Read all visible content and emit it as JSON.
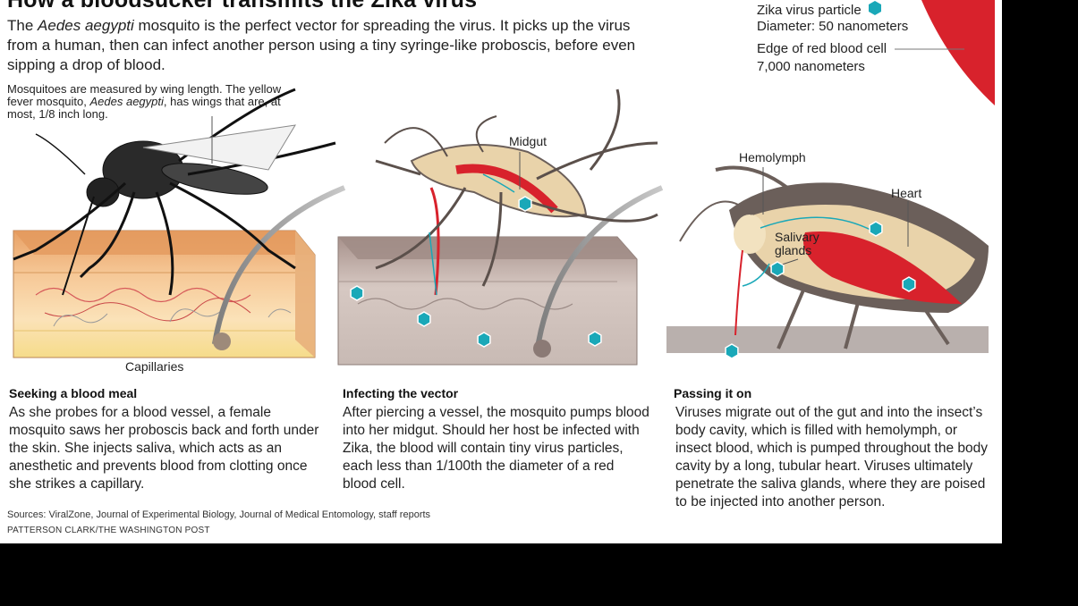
{
  "title": "How a bloodsucker transmits the Zika virus",
  "intro": {
    "pre": "The ",
    "species": "Aedes aegypti",
    "post": " mosquito is the perfect vector for spreading the virus. It picks up the virus from a human, then can infect another person using a tiny syringe-like proboscis, before even sipping a drop of blood."
  },
  "scale_note": {
    "pre": "Mosquitoes are measured by wing length. The yellow fever mosquito, ",
    "species": "Aedes aegypti",
    "post": ", has wings that are, at most, 1/8 inch long."
  },
  "legend": {
    "particle_label": "Zika virus particle",
    "particle_diameter": "Diameter: 50 nanometers",
    "cell_label": "Edge of red blood cell",
    "cell_size": "7,000 nanometers"
  },
  "labels": {
    "capillaries": "Capillaries",
    "midgut": "Midgut",
    "hemolymph": "Hemolymph",
    "heart": "Heart",
    "salivary_line1": "Salivary",
    "salivary_line2": "glands"
  },
  "panels": [
    {
      "title": "Seeking a blood meal",
      "body": "As she probes for a blood vessel, a female mosquito saws her proboscis back and forth under the skin. She injects saliva, which acts as an anesthetic and prevents blood from clotting once she strikes a capillary."
    },
    {
      "title": "Infecting the vector",
      "body": "After piercing a vessel, the mosquito pumps blood into her midgut. Should her host be infected with Zika, the blood will contain tiny virus particles, each less than 1/100th the diameter of a red blood cell."
    },
    {
      "title": "Passing it on",
      "body": "Viruses migrate out of the gut and into the insect’s body cavity, which is filled with hemolymph, or insect blood, which is pumped throughout the body cavity by a long, tubular heart. Viruses ultimately penetrate the saliva glands, where they are poised to be injected into another person."
    }
  ],
  "sources": "Sources: ViralZone, Journal of Experimental Biology, Journal of Medical Entomology, staff reports",
  "credit": "PATTERSON CLARK/THE WASHINGTON POST",
  "colors": {
    "virus": "#1aa8b8",
    "blood": "#d8222c",
    "skin": "#f2c28c",
    "gray_skin": "#cdbfb9",
    "body_tan": "#e9d3aa"
  }
}
